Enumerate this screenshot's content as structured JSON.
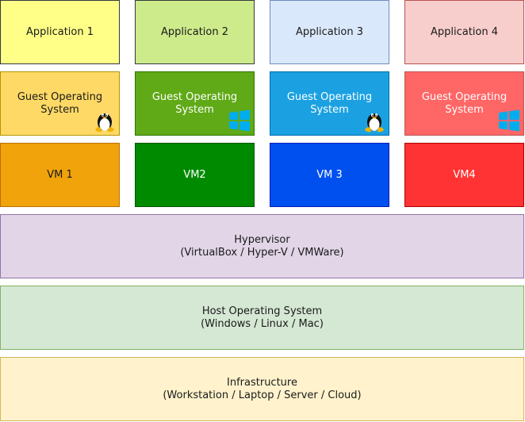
{
  "applications": [
    {
      "label": "Application 1",
      "fill": "#ffff88",
      "stroke": "#36393d"
    },
    {
      "label": "Application 2",
      "fill": "#cdeb8b",
      "stroke": "#36393d"
    },
    {
      "label": "Application 3",
      "fill": "#dae8fc",
      "stroke": "#6c8ebf"
    },
    {
      "label": "Application 4",
      "fill": "#f8cecc",
      "stroke": "#b85450"
    }
  ],
  "guest_os": [
    {
      "line1": "Guest Operating",
      "line2": "System",
      "icon": "linux-tux-icon",
      "fill": "#ffd966",
      "stroke": "#b09500",
      "text": "#1a1a1a"
    },
    {
      "line1": "Guest Operating",
      "line2": "System",
      "icon": "windows-logo-icon",
      "fill": "#60a917",
      "stroke": "#2d7600",
      "text": "#ffffff"
    },
    {
      "line1": "Guest Operating",
      "line2": "System",
      "icon": "linux-tux-icon",
      "fill": "#1ba1e2",
      "stroke": "#006eaf",
      "text": "#ffffff"
    },
    {
      "line1": "Guest Operating",
      "line2": "System",
      "icon": "windows-logo-icon",
      "fill": "#ff6666",
      "stroke": "#b85450",
      "text": "#ffffff"
    }
  ],
  "vms": [
    {
      "label": "VM 1",
      "fill": "#f0a30a",
      "stroke": "#bd7000",
      "text": "#1a1a1a"
    },
    {
      "label": "VM2",
      "fill": "#008a00",
      "stroke": "#005700",
      "text": "#ffffff"
    },
    {
      "label": "VM 3",
      "fill": "#0050ef",
      "stroke": "#001dbc",
      "text": "#ffffff"
    },
    {
      "label": "VM4",
      "fill": "#ff3333",
      "stroke": "#b20000",
      "text": "#ffffff"
    }
  ],
  "hypervisor": {
    "title": "Hypervisor",
    "subtitle": "(VirtualBox / Hyper-V / VMWare)",
    "fill": "#e1d5e7",
    "stroke": "#9673a6"
  },
  "host_os": {
    "title": "Host Operating System",
    "subtitle": "(Windows / Linux / Mac)",
    "fill": "#d5e8d4",
    "stroke": "#82b366"
  },
  "infrastructure": {
    "title": "Infrastructure",
    "subtitle": "(Workstation / Laptop / Server / Cloud)",
    "fill": "#fff2cc",
    "stroke": "#d6b656"
  }
}
